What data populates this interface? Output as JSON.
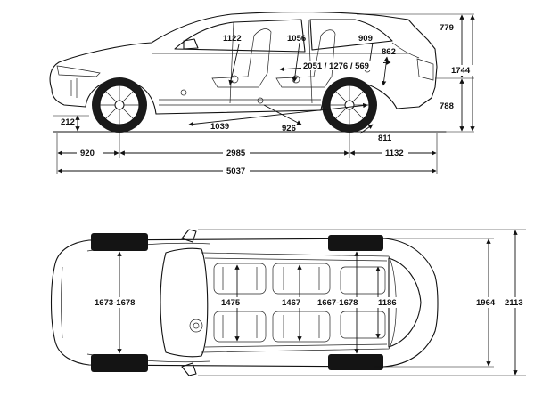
{
  "side_view": {
    "dims": {
      "d1122": "1122",
      "d1056": "1056",
      "d909": "909",
      "d2051": "2051 / 1276 / 569",
      "d862": "862",
      "d212": "212",
      "d1039": "1039",
      "d926": "926",
      "d811": "811",
      "d779": "779",
      "d1744": "1744",
      "d788": "788",
      "d920": "920",
      "d2985": "2985",
      "d1132": "1132",
      "d5037": "5037"
    }
  },
  "top_view": {
    "dims": {
      "d1673": "1673-1678",
      "d1475": "1475",
      "d1467": "1467",
      "d1667": "1667-1678",
      "d1186": "1186",
      "d1964": "1964",
      "d2113": "2113"
    }
  }
}
